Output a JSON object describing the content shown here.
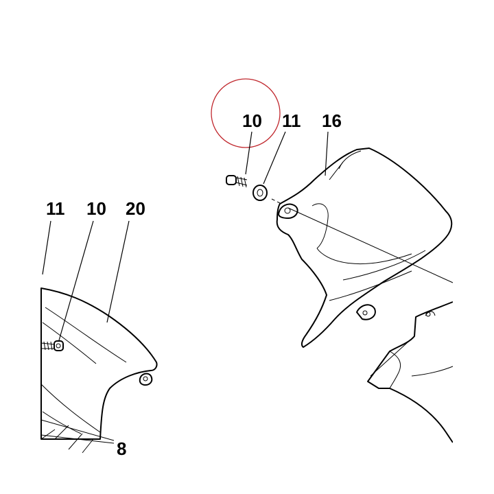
{
  "callouts": {
    "upper_screw": "10",
    "upper_washer": "11",
    "right_panel": "16",
    "left_washer": "11",
    "left_screw": "10",
    "left_panel": "20",
    "bottom_part": "8"
  },
  "colors": {
    "highlight_circle": "#c0272d",
    "line": "#000000",
    "background": "#ffffff"
  }
}
